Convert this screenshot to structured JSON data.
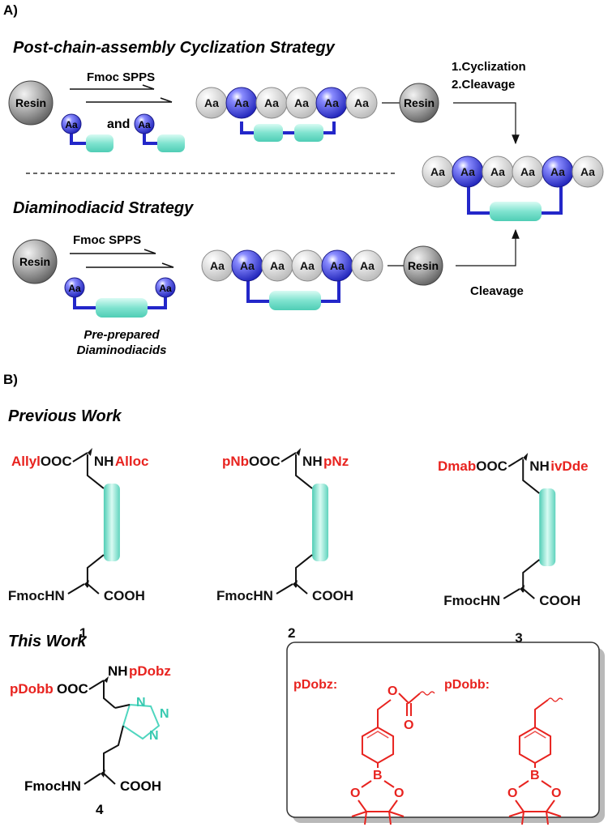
{
  "panel_a": {
    "label": "A)",
    "strategy1_title": "Post-chain-assembly Cyclization Strategy",
    "strategy2_title": "Diaminodiacid Strategy",
    "resin": "Resin",
    "residue": "Aa",
    "fmoc_spps": "Fmoc SPPS",
    "and": "and",
    "step1": "1.Cyclization",
    "step2": "2.Cleavage",
    "cleavage": "Cleavage",
    "preprepared_line1": "Pre-prepared",
    "preprepared_line2": "Diaminodiacids"
  },
  "panel_b": {
    "label": "B)",
    "previous_title": "Previous Work",
    "this_title": "This Work",
    "compounds": [
      {
        "num": "1",
        "prot_acid": "Allyl",
        "acid_suffix": "OOC",
        "nh": "NH",
        "prot_amine": "Alloc"
      },
      {
        "num": "2",
        "prot_acid": "pNb",
        "acid_suffix": "OOC",
        "nh": "NH",
        "prot_amine": "pNz"
      },
      {
        "num": "3",
        "prot_acid": "Dmab",
        "acid_suffix": "OOC",
        "nh": "NH",
        "prot_amine": "ivDde"
      },
      {
        "num": "4",
        "prot_acid": "pDobb",
        "acid_suffix": "OOC",
        "nh": "NH",
        "prot_amine": "pDobz"
      }
    ],
    "fmochn": "FmocHN",
    "cooh": "COOH",
    "triazole_n1": "N",
    "triazole_n2": "N",
    "triazole_n3": "N",
    "pdobz_label": "pDobz:",
    "pdobb_label": "pDobb:",
    "atom_o": "O",
    "atom_b": "B"
  },
  "colors": {
    "blue_bead": "#2b2fd0",
    "grey_bead": "#c8c8c8",
    "dark_bead": "#6f6f6f",
    "linker": "#2327c9",
    "cyan": "#7fe3cf",
    "red": "#e8231f"
  }
}
